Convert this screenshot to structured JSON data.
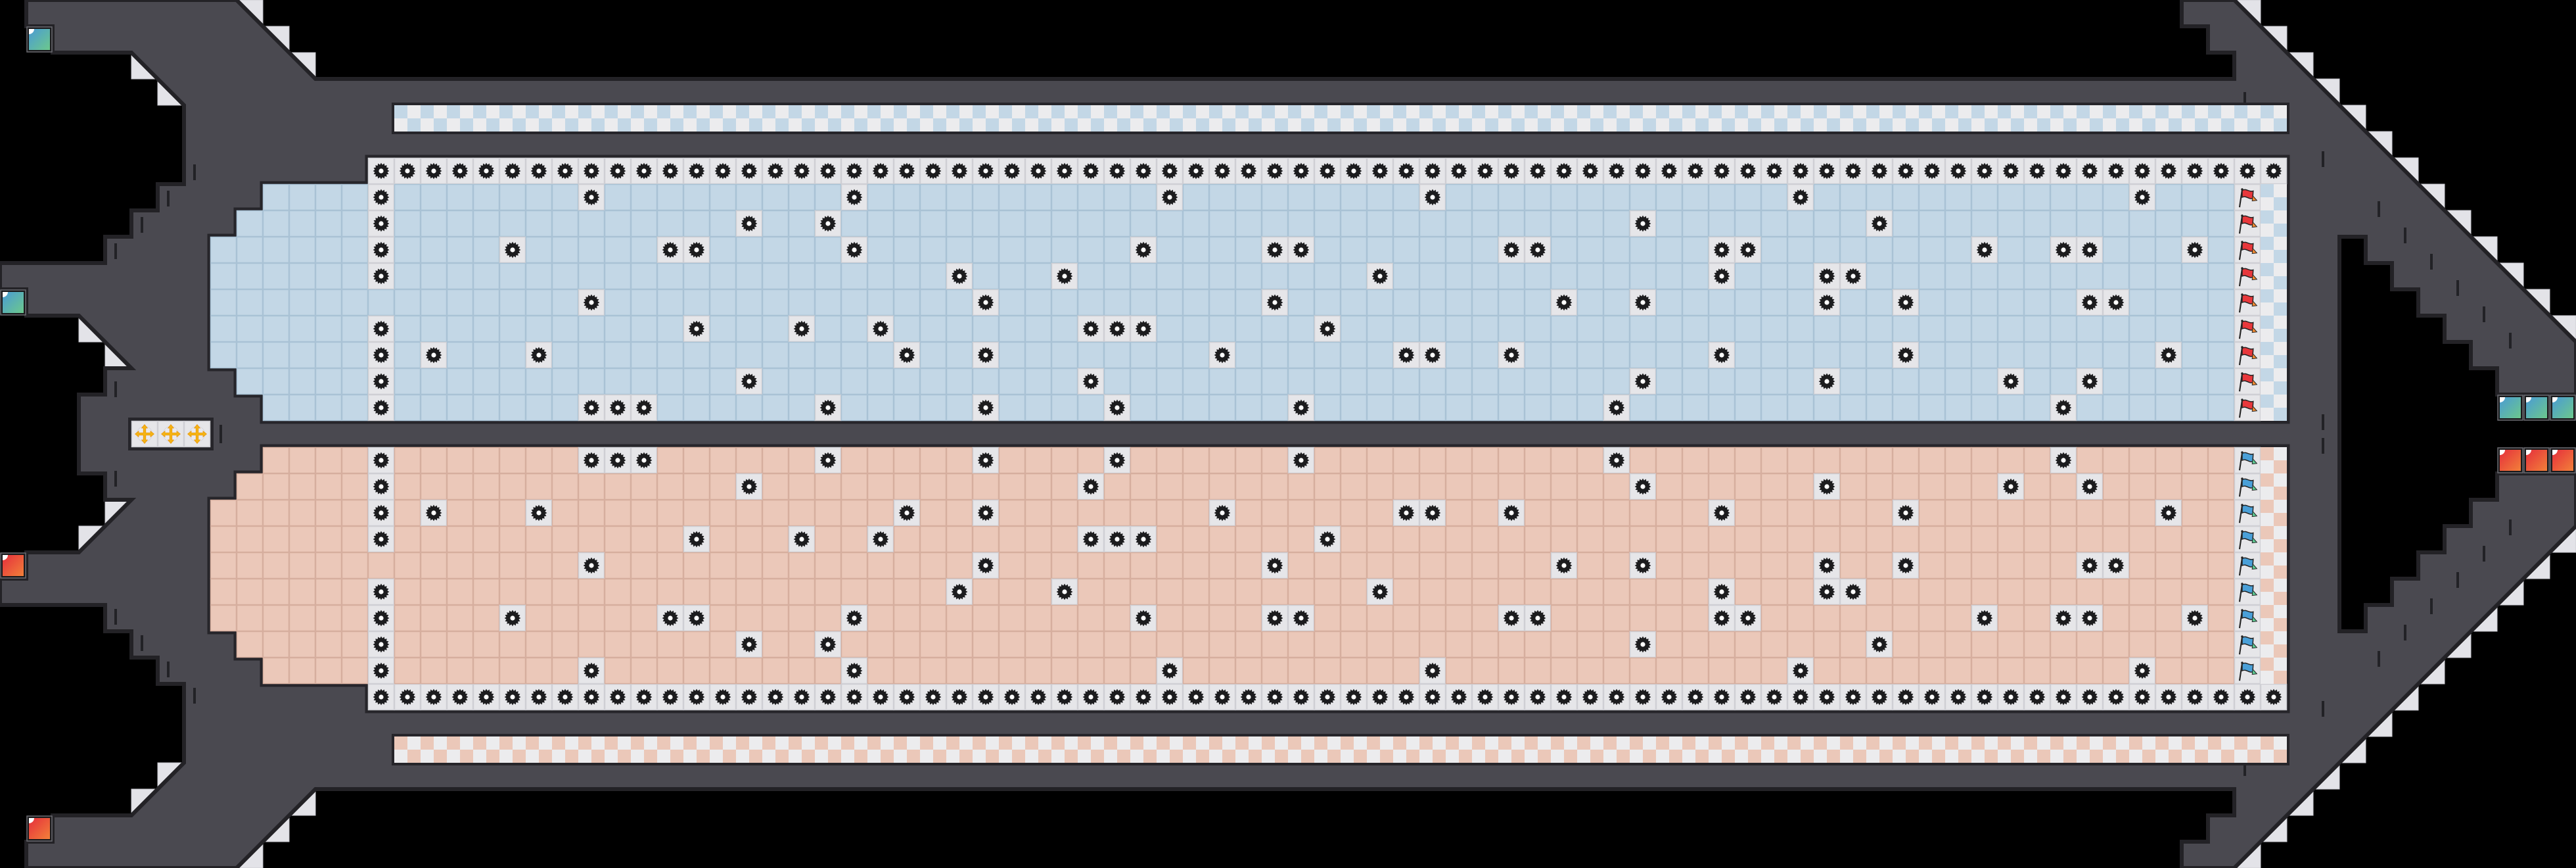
{
  "level": {
    "columns": 73,
    "rows_per_side": 9,
    "colors": {
      "background": "#000000",
      "hull": "#4a4950",
      "hull_outline": "#232226",
      "stair_light": "#e3e3e8",
      "blue_tile": "#c3d7e6",
      "blue_tile_edge": "#a9c2d5",
      "pink_tile": "#ebc8b9",
      "pink_tile_edge": "#d6ae9e",
      "gear_tile": "#e6e6e9",
      "gear_tile_edge": "#cfcfd4",
      "checker_light": "#ececee",
      "gear": "#1c1c1e",
      "red_flag": "#e8383c",
      "red_flag_tail": "#f08a30",
      "blue_flag": "#4aa0d8",
      "blue_flag_tail": "#5cc890",
      "teal_spawn_a": "#4a9bd4",
      "teal_spawn_b": "#6cc88c",
      "red_spawn_a": "#e52f3c",
      "red_spawn_b": "#f2803a",
      "move_tile_arrow": "#f5b414"
    },
    "blue_side": {
      "name": "blue-half",
      "flag_icon": "red-flag-icon",
      "obstacle_icon": "gear-icon",
      "obstacle_rows": [
        [
          0,
          8,
          18,
          30,
          40,
          54,
          67
        ],
        [
          0,
          14,
          17,
          48,
          57
        ],
        [
          0,
          5,
          11,
          12,
          18,
          29,
          34,
          35,
          43,
          44,
          51,
          52,
          61,
          64,
          65,
          69
        ],
        [
          0,
          22,
          26,
          38,
          51,
          55,
          56
        ],
        [
          8,
          23,
          34,
          45,
          48,
          55,
          58,
          65,
          66
        ],
        [
          0,
          12,
          16,
          19,
          27,
          28,
          29,
          36
        ],
        [
          0,
          2,
          6,
          20,
          23,
          32,
          39,
          40,
          43,
          51,
          58,
          68
        ],
        [
          0,
          14,
          27,
          48,
          55,
          62,
          65
        ],
        [
          0,
          8,
          9,
          10,
          17,
          23,
          28,
          35,
          47,
          64
        ]
      ]
    },
    "pink_side": {
      "name": "pink-half",
      "flag_icon": "blue-flag-icon",
      "obstacle_icon": "gear-icon",
      "obstacle_rows": [
        [
          0,
          8,
          9,
          10,
          17,
          23,
          28,
          35,
          47,
          64
        ],
        [
          0,
          14,
          27,
          48,
          55,
          62,
          65
        ],
        [
          0,
          2,
          6,
          20,
          23,
          32,
          39,
          40,
          43,
          51,
          58,
          68
        ],
        [
          0,
          12,
          16,
          19,
          27,
          28,
          29,
          36
        ],
        [
          8,
          23,
          34,
          45,
          48,
          55,
          58,
          65,
          66
        ],
        [
          0,
          22,
          26,
          38,
          51,
          55,
          56
        ],
        [
          0,
          5,
          11,
          12,
          18,
          29,
          34,
          35,
          43,
          44,
          51,
          52,
          61,
          64,
          65,
          69
        ],
        [
          0,
          14,
          17,
          48,
          57
        ],
        [
          0,
          8,
          18,
          30,
          40,
          54,
          67
        ]
      ]
    },
    "spawn_blocks": {
      "teal_icon": "teal-spawn-block-icon",
      "red_icon": "red-spawn-block-icon",
      "right_teal_count": 3,
      "right_red_count": 3
    },
    "move_tiles": {
      "icon": "move-arrows-icon",
      "count": 3
    }
  }
}
